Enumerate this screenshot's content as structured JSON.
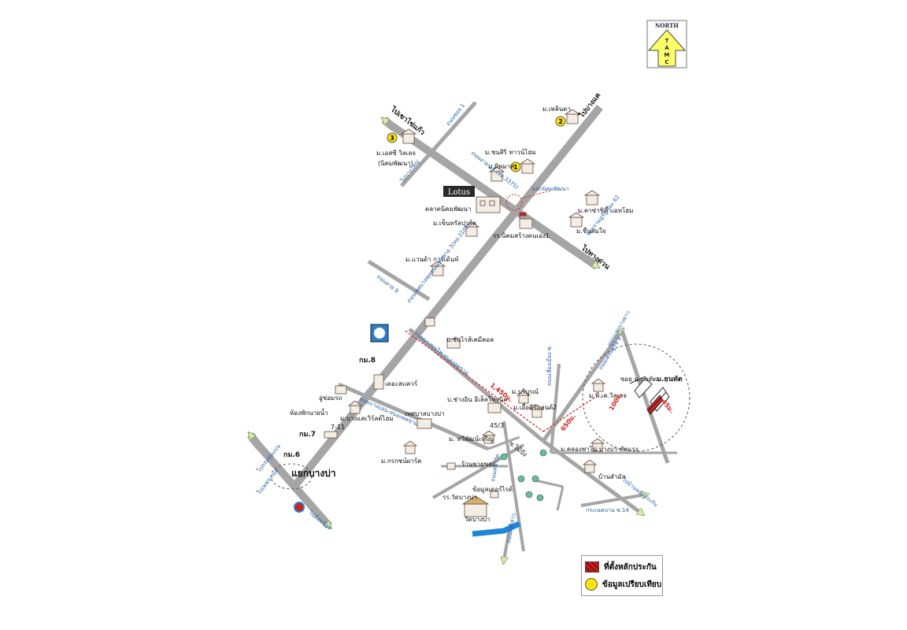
{
  "north": {
    "line1": "NORTH",
    "letters": [
      "T",
      "A",
      "M",
      "C"
    ]
  },
  "roads": {
    "to_bangkae": "ไปบางแค",
    "to_kratumban": "ไปกระทุ่มแบน",
    "to_khaoyok": "ไปเขาไข่แก้ว",
    "to_phetkasem": "ไปเพชรเกษม",
    "to_bangyai": "ไปบางใหญ่",
    "to_omnoi": "ไปอ้อมน้อย",
    "to_pathum": "ไปทางด่วน",
    "to_settakit": "ไปบ้านหลังประกัน",
    "soi1": "ถนนซอย 1",
    "soi9": "ถนนสาย 9",
    "main_rd": "ถนนเทศบาลพุทธมณฑลสาย 3(ทล.3101)",
    "rd13": "ถนนสาย 13 (ทล.3375)",
    "nongkham": "ถนนบางขุนไฟ-หนองลคขาม",
    "nongkham2": "ถนนบางบอน-หนองลคขาม",
    "soi_phut": "ซอยราษฎร์บูรณะ 62",
    "chaiyapruek": "ถนนเศรษฐกิจ 1",
    "kratumbaen": "กระเฉคบาน ซ.14",
    "soi_in1": "ถนนหน้าวัด",
    "soi_in2": "ถนนเลี่ยงเมือง ซ.",
    "soi_in3": "ถนนแยกบางยาว",
    "soi_in4": "ถนนดังกล่าว"
  },
  "places": {
    "m_pleonda": "ม.เพลินดา",
    "m_sansiri": "ม.ชนสิริ ทาวน์โฮม",
    "m_tippawat": "ม.ทิพมาศ",
    "m_eseevill": "ม.เอสซี วิลเลจ",
    "m_eseevill2": "(นิคมพัฒนา)",
    "lotus": "Lotus",
    "talat": "ตลาดนิคมพัฒนา",
    "m_central": "ม.เซ็นทรัลปาร์ค",
    "school": "รร.นิคมสร้างตนเอง1",
    "m_casa": "ม.คาซ่าซิตี้ แอทโฮม",
    "m_chuen": "ม.ชื่นสมใจ",
    "m_wanda": "ม.แวนด้า การ์เด้นท์",
    "yaek_nikom": "แยกนิคมพัฒนา",
    "chemical": "บ.ซันไรส์เคมีคอล",
    "km8": "กม.8",
    "square": "เดอะสแควร์",
    "garage": "อู่ซ่อมรถ",
    "toilet": "ห้องพักนายน้ำ",
    "m_bangkhae": "ม.บางแคเวิร์ลด์ไฮม",
    "seven": "7-11",
    "km7": "กม.7",
    "km6": "กม.6",
    "yaek_bangkha": "แยกบางบ่า",
    "m_kanyarat": "ม.กรกชน์ผาร์ค",
    "thesaban": "เทศบาลบางบ่า",
    "bchang": "บ.ช่างอิน อีเล็คโทรนิค",
    "m_borirak": "ม.บริบูรณ์",
    "m_ruen": "ม.เอื้อศิริแลนด์2",
    "m_tawee": "ม. ทวีพัฒน์เจริญ",
    "no45": "45/3",
    "shop": "ร้านขายของ",
    "village_office": "ข้อมูลเดอร์ไรด์",
    "school2": "รร.วัดบางบ่า",
    "wat": "วัดบางบ่า",
    "m_pavitee": "ม.พี.เค.วิลเลจ",
    "m_kawin": "ม.คลองพาโน่ บางบ่า-ทัพแรง",
    "banpun": "บ้านสำมัล",
    "m_sanit": "ม.ธนทัต",
    "soi_sanit": "ซอย ม.ธนทัต",
    "soi_in_label": "ซ.ไม้ปัง"
  },
  "distances": {
    "d1": "1,450ม.",
    "d2": "650ม.",
    "d3": "100ม.",
    "d4": "45ม."
  },
  "markers": [
    "1",
    "2",
    "3"
  ],
  "legend": {
    "collateral": "ที่ตั้งหลักประกัน",
    "compare": "ข้อมูลเปรียบเทียบ"
  },
  "colors": {
    "road": "#a5a5a5",
    "water": "#1e86d6",
    "arrow": "#e8f0a0",
    "collateral": "#c82020",
    "marker": "#ffe600",
    "roadtext": "#1f5fa8"
  }
}
